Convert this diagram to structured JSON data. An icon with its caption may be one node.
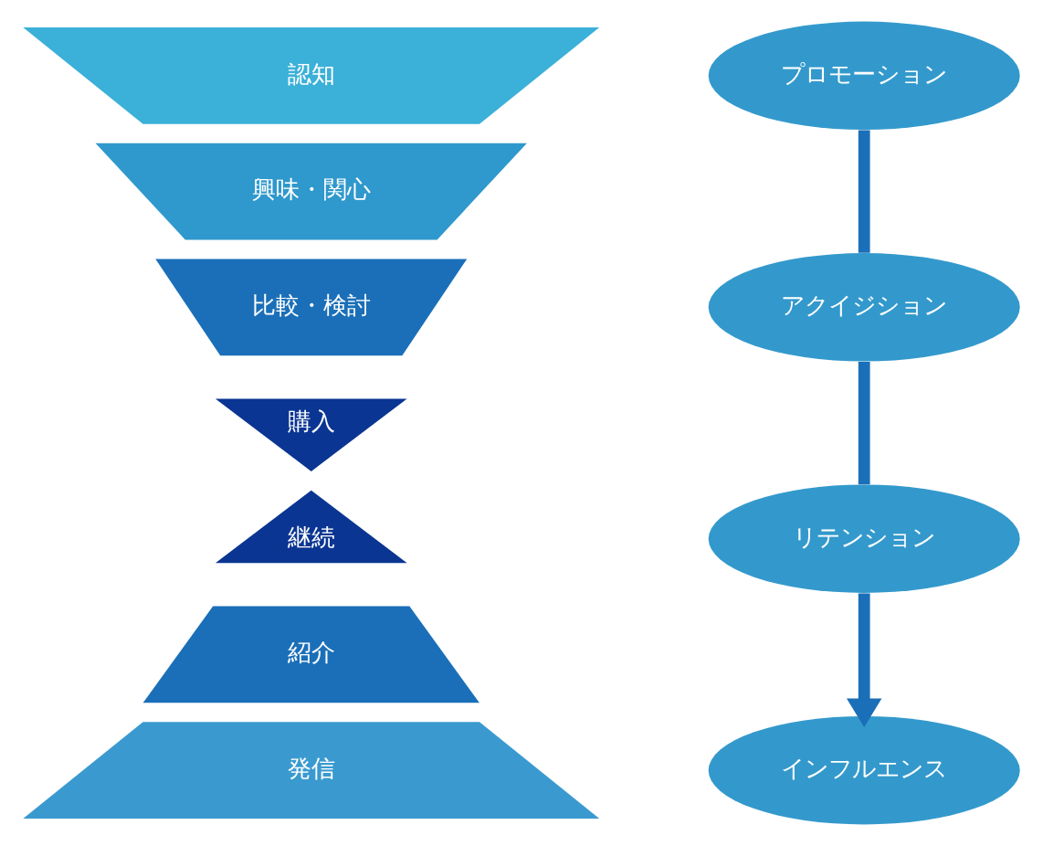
{
  "diagram": {
    "nodes": [
      {
        "text": [
          "認知"
        ]
      },
      {
        "text": [
          "興味・関心"
        ]
      },
      {
        "text": [
          "比較・検討"
        ]
      },
      {
        "text": [
          "購入"
        ]
      },
      {
        "text": [
          "継続"
        ]
      },
      {
        "text": [
          "紹介"
        ]
      },
      {
        "text": [
          "発信"
        ]
      },
      {
        "text": [
          "プロモーション"
        ]
      },
      {
        "text": [
          "アクイジション"
        ]
      },
      {
        "text": [
          "リテンション"
        ]
      },
      {
        "text": [
          "インフルエンス"
        ]
      }
    ],
    "edges": [
      {
        "from": 7,
        "to": 8,
        "arrow": "none"
      },
      {
        "from": 8,
        "to": 9,
        "arrow": "none"
      },
      {
        "from": 9,
        "to": 10,
        "arrow": "to"
      }
    ]
  }
}
